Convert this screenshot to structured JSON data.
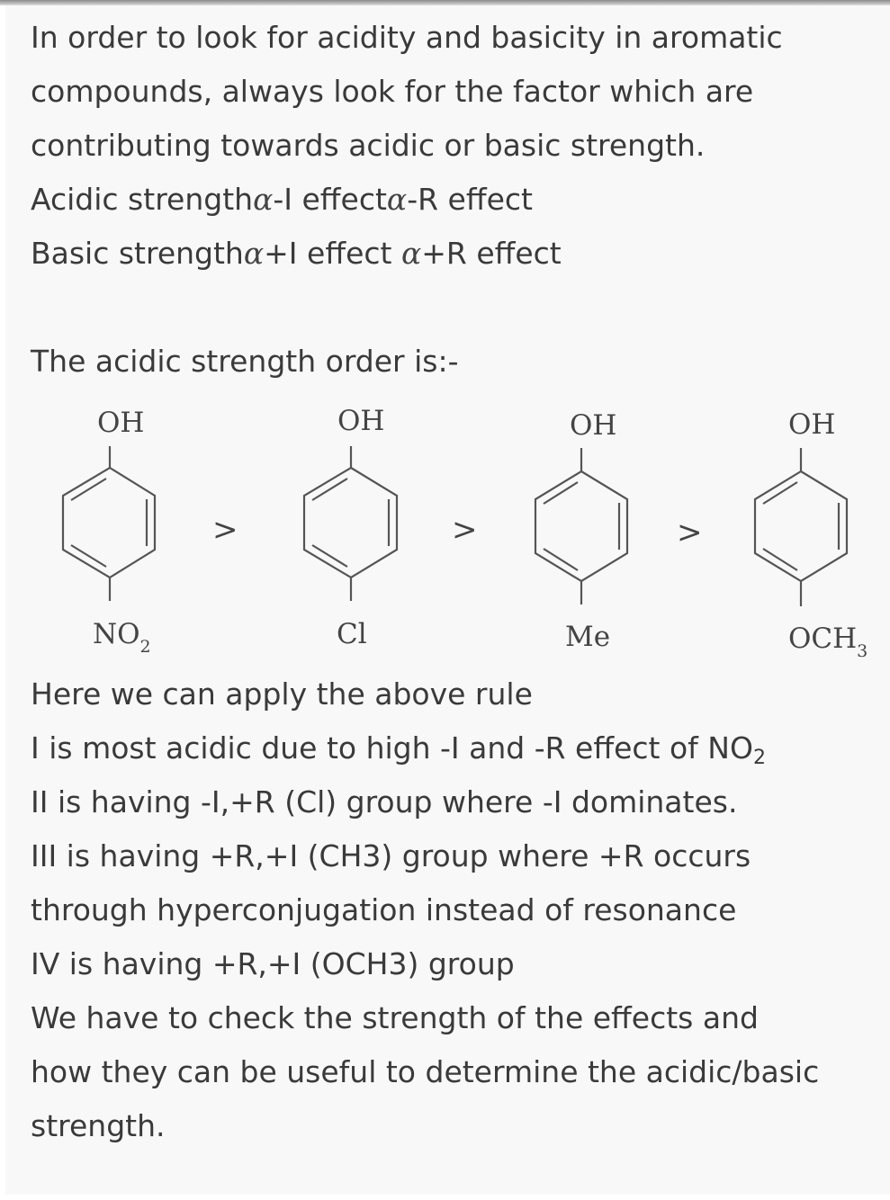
{
  "paragraph_intro": {
    "line1": "In order to look for acidity and basicity in aromatic",
    "line2": "compounds, always look for the factor which are",
    "line3": "contributing towards acidic or basic strength."
  },
  "rules": {
    "acidic_prefix": "Acidic strength",
    "alpha_symbol": "α",
    "acidic_mid": "-I effect",
    "acidic_end": "-R effect",
    "basic_prefix": "Basic strength",
    "basic_mid": "+I effect ",
    "basic_end": "+R effect"
  },
  "order_heading": "The acidic strength order is:-",
  "structures": [
    {
      "top": "OH",
      "bottom": "NO",
      "bottom_sub": "2"
    },
    {
      "top": "OH",
      "bottom": "Cl",
      "bottom_sub": ""
    },
    {
      "top": "OH",
      "bottom": "Me",
      "bottom_sub": ""
    },
    {
      "top": "OH",
      "bottom": "OCH",
      "bottom_sub": "3"
    }
  ],
  "comparator": ">",
  "explanation": {
    "line1": "Here we can apply the above rule",
    "line2_main": "I is most acidic due to high -I and -R effect of NO",
    "line2_sub": "2",
    "line3": "II is having -I,+R (Cl) group where -I dominates.",
    "line4": "III is having +R,+I (CH3) group where +R occurs",
    "line5": "through hyperconjugation instead of resonance",
    "line6": "IV is having +R,+I (OCH3) group",
    "line7": "We have to check the strength of the effects and",
    "line8": "how they can be useful to determine the acidic/basic",
    "line9": "strength."
  }
}
